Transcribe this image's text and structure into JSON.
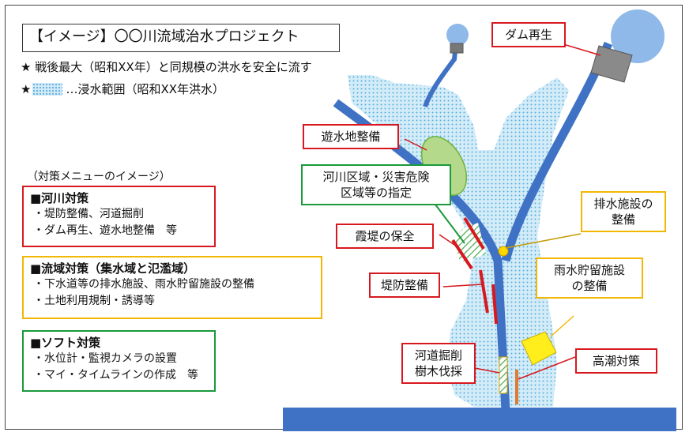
{
  "title": "【イメージ】〇〇川流域治水プロジェクト",
  "goal": "★ 戦後最大（昭和XX年）と同規模の洪水を安全に流す",
  "legend": {
    "star": "★",
    "flood_area_label": "…浸水範囲（昭和XX年洪水）"
  },
  "menu_caption": "（対策メニューのイメージ）",
  "river_measures": {
    "heading": "■河川対策",
    "items": [
      "・堤防整備、河道掘削",
      "・ダム再生、遊水地整備　等"
    ]
  },
  "basin_measures": {
    "heading": "■流域対策（集水域と氾濫域）",
    "items": [
      "・下水道等の排水施設、雨水貯留施設の整備",
      "・土地利用規制・誘導等"
    ]
  },
  "soft_measures": {
    "heading": "■ソフト対策",
    "items": [
      "・水位計・監視カメラの設置",
      "・マイ・タイムラインの作成　等"
    ]
  },
  "labels": {
    "dam": "ダム再生",
    "retention": "遊水地整備",
    "designation": [
      "河川区域・災害危険",
      "区域等の指定"
    ],
    "kasumi": "霞堤の保全",
    "drainage": [
      "排水施設の",
      "整備"
    ],
    "levee": "堤防整備",
    "rain_storage": [
      "雨水貯留施設",
      "の整備"
    ],
    "excavation": [
      "河道掘削",
      "樹木伐採"
    ],
    "storm_surge": "高潮対策"
  },
  "colors": {
    "river": "#3f72c4",
    "flood": "#cfe9f7",
    "red": "#d7191f",
    "yellow": "#f2b705",
    "green": "#1a9a3c",
    "dam": "#8fb9e8"
  }
}
